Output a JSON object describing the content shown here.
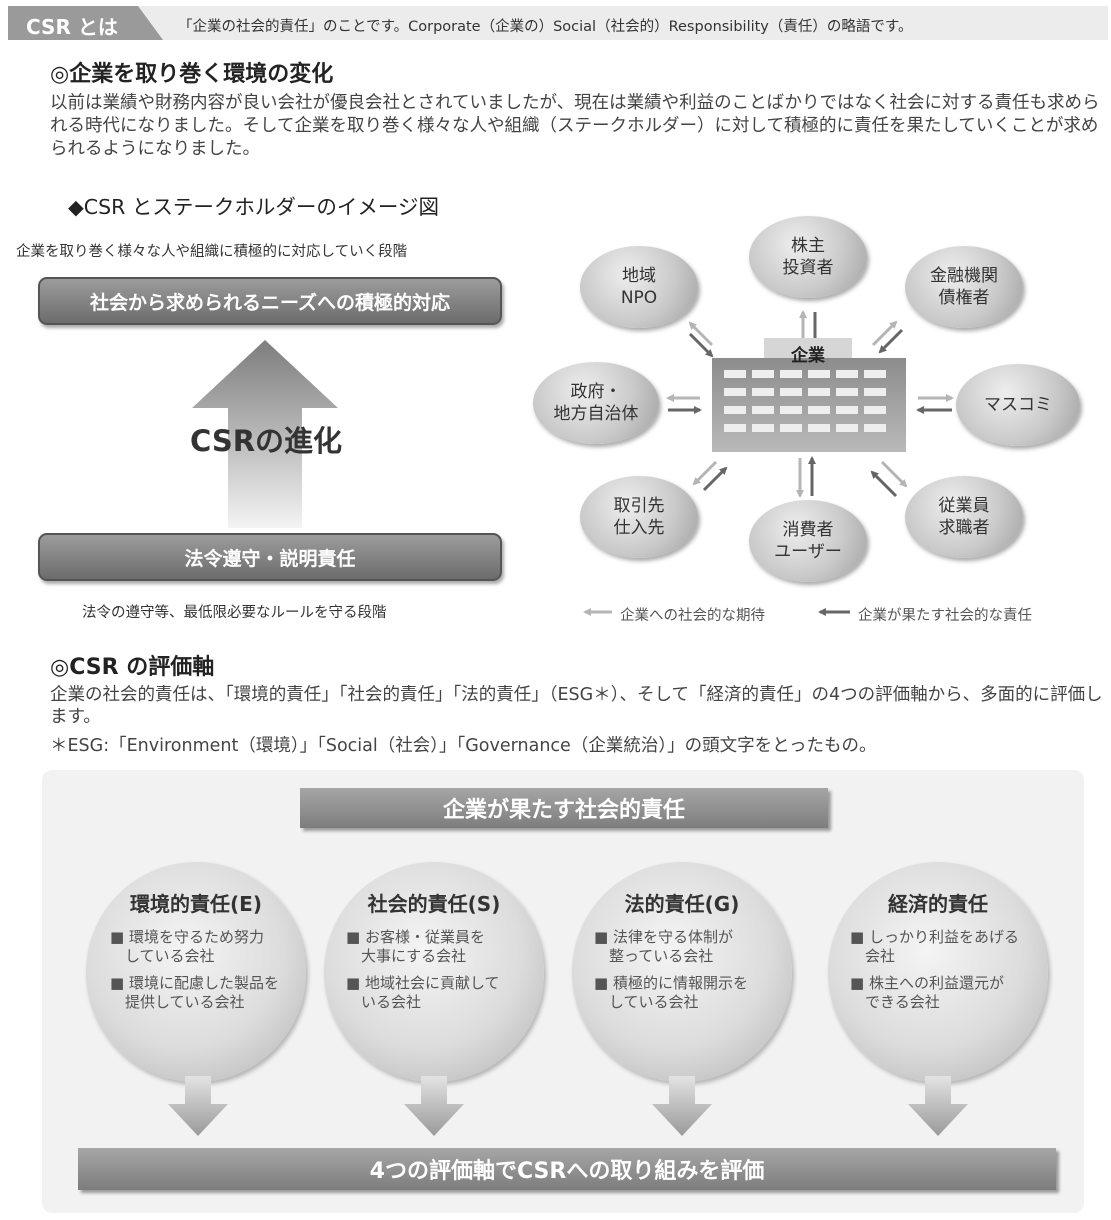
{
  "top": {
    "tag": "CSR とは",
    "definition": "「企業の社会的責任」のことです。Corporate（企業の）Social（社会的）Responsibility（責任）の略語です。"
  },
  "env_section": {
    "heading": "◎企業を取り巻く環境の変化",
    "paragraph": "以前は業績や財務内容が良い会社が優良会社とされていましたが、現在は業績や利益のことばかりではなく社会に対する責任も求められる時代になりました。そして企業を取り巻く様々な人や組織（ステークホルダー）に対して積極的に責任を果たしていくことが求められるようになりました。"
  },
  "diagram": {
    "title": "◆CSR とステークホルダーのイメージ図",
    "upper_stage_caption": "企業を取り巻く様々な人や組織に積極的に対応していく段階",
    "upper_bar": "社会から求められるニーズへの積極的対応",
    "evolution_label": "CSRの進化",
    "lower_bar": "法令遵守・説明責任",
    "lower_stage_caption": "法令の遵守等、最低限必要なルールを守る段階",
    "company": "企業",
    "stakeholders": [
      {
        "id": "stock",
        "lines": [
          "株主",
          "投資者"
        ]
      },
      {
        "id": "npo",
        "lines": [
          "地域",
          "NPO"
        ]
      },
      {
        "id": "bank",
        "lines": [
          "金融機関",
          "債権者"
        ]
      },
      {
        "id": "gov",
        "lines": [
          "政府・",
          "地方自治体"
        ]
      },
      {
        "id": "media",
        "lines": [
          "マスコミ"
        ]
      },
      {
        "id": "supplier",
        "lines": [
          "取引先",
          "仕入先"
        ]
      },
      {
        "id": "consumer",
        "lines": [
          "消費者",
          "ユーザー"
        ]
      },
      {
        "id": "employee",
        "lines": [
          "従業員",
          "求職者"
        ]
      }
    ],
    "legend": {
      "expectation": "企業への社会的な期待",
      "responsibility": "企業が果たす社会的な責任",
      "expectation_color": "#b5b5b5",
      "responsibility_color": "#666666"
    }
  },
  "eval_section": {
    "heading": "◎CSR の評価軸",
    "line1": "企業の社会的責任は、「環境的責任」「社会的責任」「法的責任」（ESG＊）、そして「経済的責任」の4つの評価軸から、多面的に評価します。",
    "line3": "＊ESG:「Environment（環境）」「Social（社会）」「Governance（企業統治）」の頭文字をとったもの。",
    "header_bar": "企業が果たす社会的責任",
    "axes": [
      {
        "title": "環境的責任(E)",
        "items": [
          "■ 環境を守るため努力\n　している会社",
          "■ 環境に配慮した製品を\n　提供している会社"
        ]
      },
      {
        "title": "社会的責任(S)",
        "items": [
          "■ お客様・従業員を\n　大事にする会社",
          "■ 地域社会に貢献して\n　いる会社"
        ]
      },
      {
        "title": "法的責任(G)",
        "items": [
          "■ 法律を守る体制が\n　整っている会社",
          "■ 積極的に情報開示を\n　している会社"
        ]
      },
      {
        "title": "経済的責任",
        "items": [
          "■ しっかり利益をあげる\n　会社",
          "■ 株主への利益還元が\n　できる会社"
        ]
      }
    ],
    "footer_bar": "4つの評価軸でCSRへの取り組みを評価"
  }
}
